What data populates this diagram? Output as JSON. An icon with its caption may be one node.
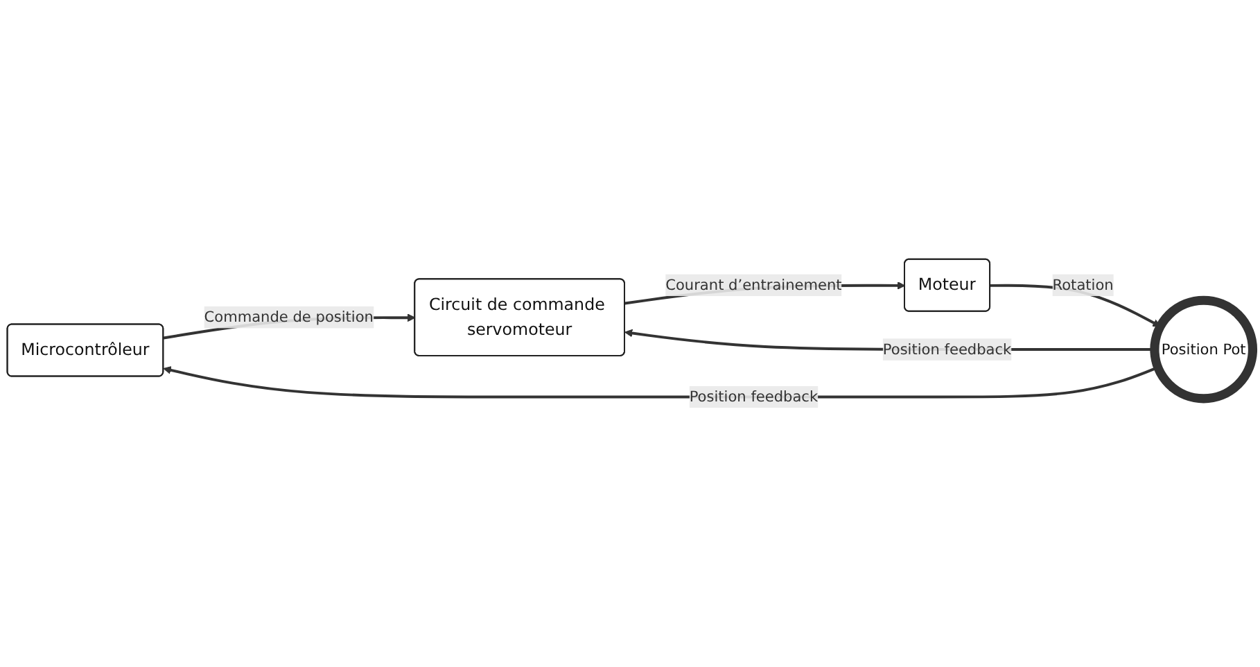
{
  "diagram": {
    "nodes": [
      {
        "text": [
          "Microcontrôleur"
        ]
      },
      {
        "text": [
          "Circuit de commande servomoteur"
        ]
      },
      {
        "text": [
          "Moteur"
        ]
      },
      {
        "text": [
          "Position Pot"
        ]
      }
    ],
    "edges": [
      {
        "from": 0,
        "to": 1,
        "arrow": "to",
        "label": "Commande de position"
      },
      {
        "from": 1,
        "to": 2,
        "arrow": "to",
        "label": "Courant d’entrainement"
      },
      {
        "from": 2,
        "to": 3,
        "arrow": "to",
        "label": "Rotation"
      },
      {
        "from": 3,
        "to": 0,
        "arrow": "to",
        "label": "Position feedback"
      },
      {
        "from": 3,
        "to": 1,
        "arrow": "to",
        "label": "Position feedback"
      }
    ]
  }
}
